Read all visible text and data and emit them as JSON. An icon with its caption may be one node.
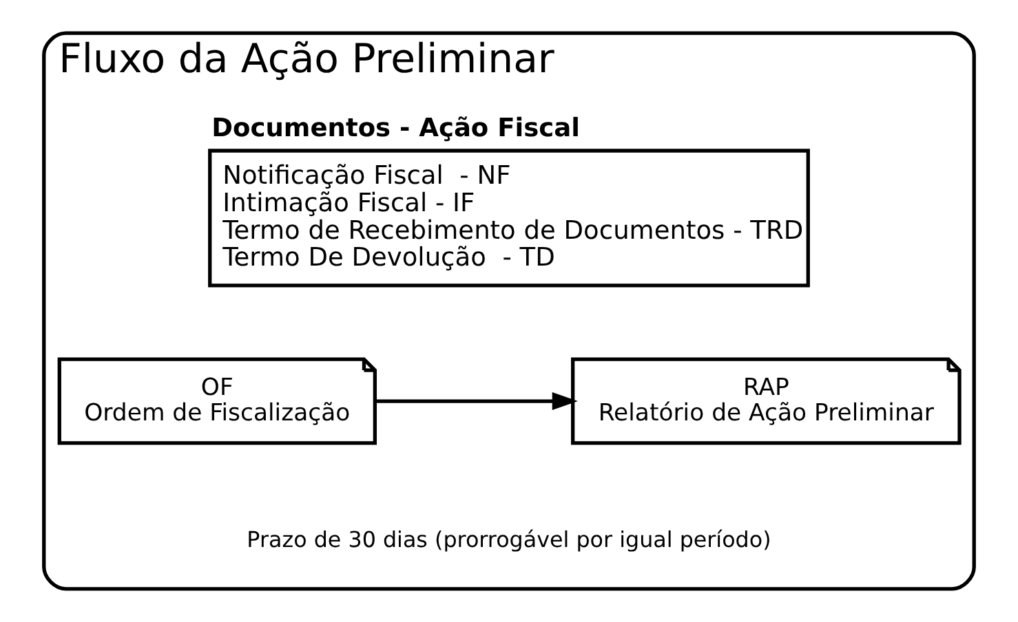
{
  "diagram": {
    "nodes": [
      {
        "text": [
          "Fluxo da Ação Preliminar"
        ]
      },
      {
        "text": [
          "Documentos - Ação Fiscal",
          "Notificação Fiscal  - NF",
          "Intimação Fiscal - IF",
          "Termo de Recebimento de Documentos - TRD",
          "Termo De Devolução  - TD"
        ],
        "in": 0
      },
      {
        "text": [
          "OF",
          "Ordem de Fiscalização"
        ],
        "in": 0
      },
      {
        "text": [
          "RAP",
          "Relatório de Ação Preliminar"
        ],
        "in": 0
      }
    ],
    "edges": [
      {
        "from": 2,
        "to": 3,
        "arrow": "to"
      }
    ],
    "labels": [
      "Prazo de 30 dias (prorrogável por igual período)"
    ]
  }
}
